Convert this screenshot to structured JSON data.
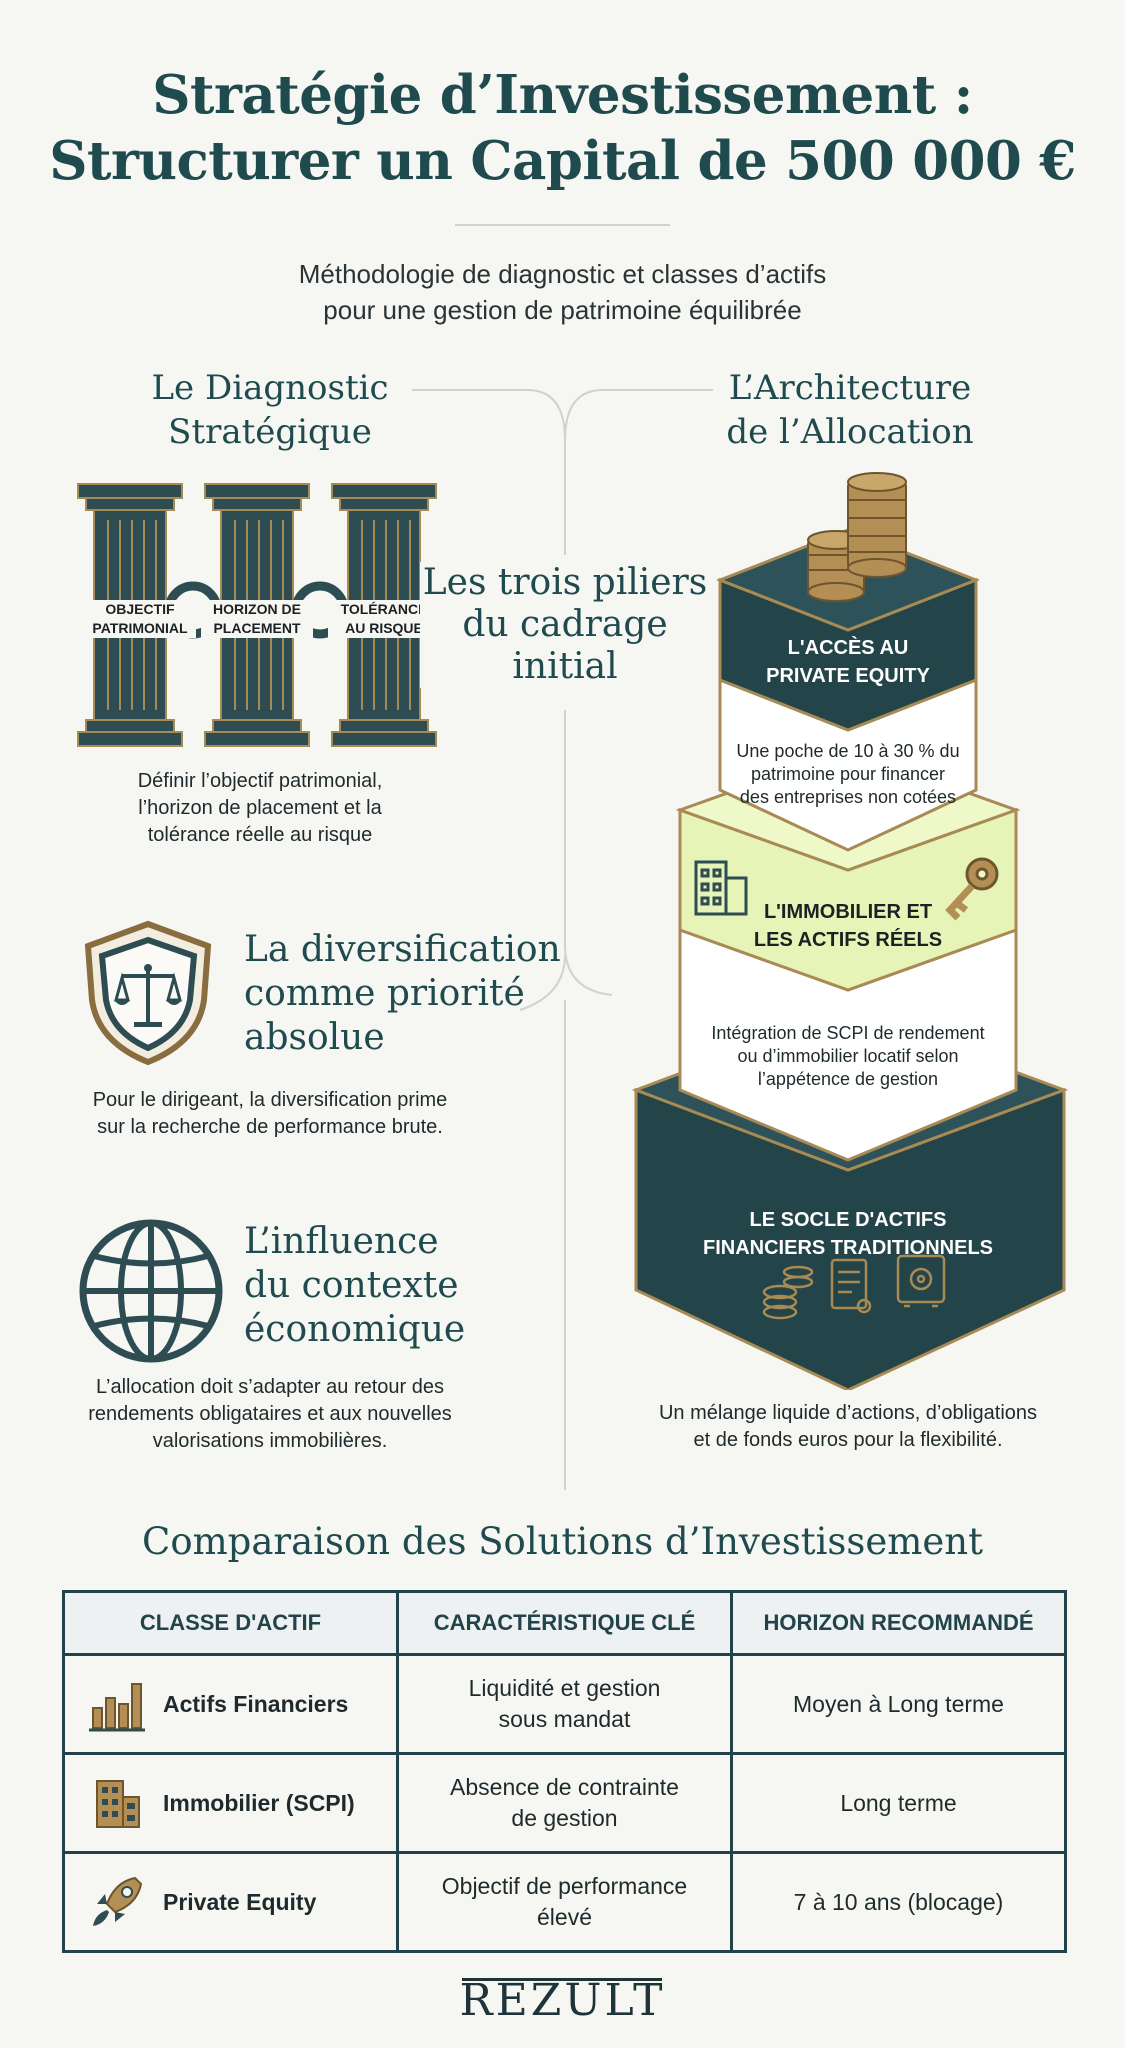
{
  "header": {
    "title_line1": "Stratégie d’Investissement :",
    "title_line2": "Structurer un Capital de 500 000 €",
    "subtitle_line1": "Méthodologie de diagnostic et classes d’actifs",
    "subtitle_line2": "pour une gestion de patrimoine équilibrée"
  },
  "diagnostic": {
    "heading_line1": "Le Diagnostic",
    "heading_line2": "Stratégique",
    "pillars": [
      {
        "line1": "OBJECTIF",
        "line2": "PATRIMONIAL"
      },
      {
        "line1": "HORIZON DE",
        "line2": "PLACEMENT"
      },
      {
        "line1": "TOLÉRANCE",
        "line2": "AU RISQUE"
      }
    ],
    "pillars_desc": [
      "Définir l’objectif patrimonial,",
      "l’horizon de placement et la",
      "tolérance réelle au risque"
    ]
  },
  "center": {
    "line1": "Les trois piliers",
    "line2": "du cadrage",
    "line3": "initial"
  },
  "features": [
    {
      "icon": "scales-shield-icon",
      "heading": [
        "La diversification",
        "comme priorité",
        "absolue"
      ],
      "desc": [
        "Pour le dirigeant, la diversification prime",
        "sur la recherche de performance brute."
      ]
    },
    {
      "icon": "globe-icon",
      "heading": [
        "L’influence",
        "du contexte",
        "économique"
      ],
      "desc": [
        "L’allocation doit s’adapter au retour des",
        "rendements obligataires et aux nouvelles",
        "valorisations immobilières."
      ]
    }
  ],
  "allocation": {
    "heading_line1": "L’Architecture",
    "heading_line2": "de l’Allocation",
    "tiers": [
      {
        "label": [
          "L'ACCÈS AU",
          "PRIVATE EQUITY"
        ],
        "desc": [
          "Une poche de 10 à 30 % du",
          "patrimoine pour financer",
          "des entreprises non cotées"
        ]
      },
      {
        "label": [
          "L'IMMOBILIER ET",
          "LES ACTIFS RÉELS"
        ],
        "desc": [
          "Intégration de SCPI de rendement",
          "ou d’immobilier locatif selon",
          "l’appétence de gestion"
        ]
      },
      {
        "label": [
          "LE SOCLE D'ACTIFS",
          "FINANCIERS TRADITIONNELS"
        ],
        "desc": [
          "Un mélange liquide d’actions, d’obligations",
          "et de fonds euros pour la flexibilité."
        ]
      }
    ]
  },
  "comparison": {
    "title": "Comparaison des Solutions d’Investissement",
    "headers": [
      "CLASSE D'ACTIF",
      "CARACTÉRISTIQUE CLÉ",
      "HORIZON RECOMMANDÉ"
    ],
    "rows": [
      {
        "icon": "bar-chart-icon",
        "name": "Actifs Financiers",
        "feature": [
          "Liquidité et gestion",
          "sous mandat"
        ],
        "horizon": "Moyen à Long terme"
      },
      {
        "icon": "building-icon",
        "name": "Immobilier (SCPI)",
        "feature": [
          "Absence de contrainte",
          "de gestion"
        ],
        "horizon": "Long terme"
      },
      {
        "icon": "rocket-icon",
        "name": "Private Equity",
        "feature": [
          "Objectif de performance",
          "élevé"
        ],
        "horizon": "7 à 10 ans (blocage)"
      }
    ]
  },
  "footer": {
    "brand": "REZULT"
  },
  "colors": {
    "teal": "#1f4a4e",
    "dark_teal": "#2e4d53",
    "gold": "#a88a55",
    "lime": "#e6f4b8",
    "background": "#f6f6f3"
  }
}
